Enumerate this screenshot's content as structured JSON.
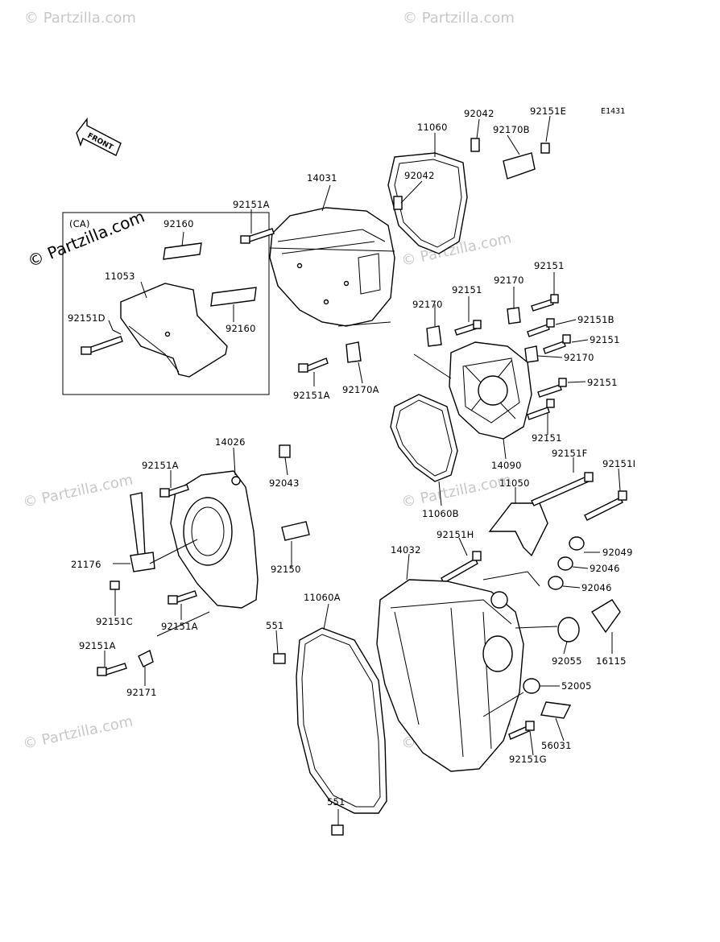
{
  "diagram_code": "E1431",
  "front_arrow_label": "FRONT",
  "ca_box_label": "(CA)",
  "copyright": "© Partzilla.com",
  "watermark": "© Partzilla.com",
  "labels": {
    "l14031": "14031",
    "l11060": "11060",
    "l92042a": "92042",
    "l92042b": "92042",
    "l92151E": "92151E",
    "l92170B": "92170B",
    "l92151A_top": "92151A",
    "l92160a": "92160",
    "l92160b": "92160",
    "l11053": "11053",
    "l92151D": "92151D",
    "l92151A_b": "92151A",
    "l92170A": "92170A",
    "l92151_1": "92151",
    "l92151_2": "92151",
    "l92170_1": "92170",
    "l92170_2": "92170",
    "l92151B": "92151B",
    "l92151_3": "92151",
    "l92170_3": "92170",
    "l92151_4": "92151",
    "l92151_5": "92151",
    "l14090": "14090",
    "l11060B": "11060B",
    "l14026": "14026",
    "l92151A_c": "92151A",
    "l92043": "92043",
    "l92151F": "92151F",
    "l92151I": "92151I",
    "l11050": "11050",
    "l21176": "21176",
    "l92150": "92150",
    "l92151H": "92151H",
    "l14032": "14032",
    "l92049": "92049",
    "l92046a": "92046",
    "l92046b": "92046",
    "l92151C": "92151C",
    "l92151A_d": "92151A",
    "l11060A": "11060A",
    "l551a": "551",
    "l92151A_e": "92151A",
    "l92171": "92171",
    "l92055": "92055",
    "l16115": "16115",
    "l52005": "52005",
    "l56031": "56031",
    "l92151G": "92151G",
    "l551b": "551"
  }
}
